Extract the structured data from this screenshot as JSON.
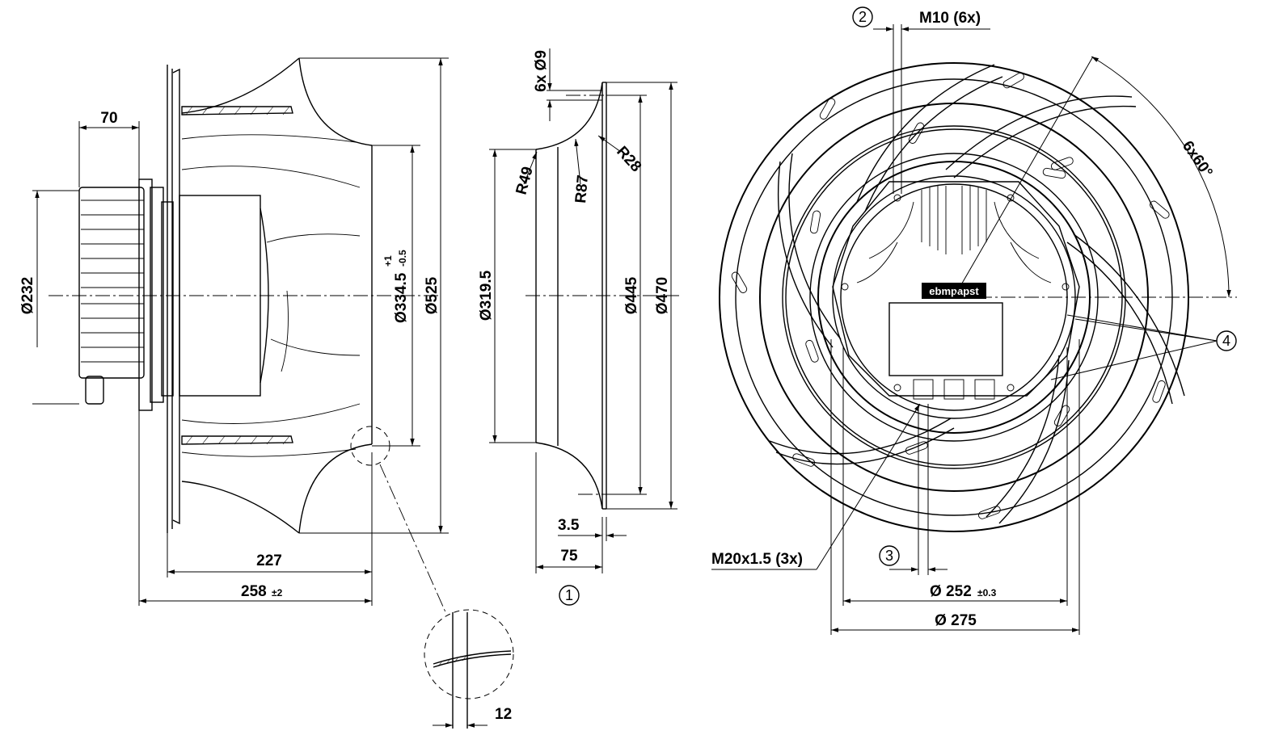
{
  "drawing": {
    "side_view": {
      "dims": {
        "d70": "70",
        "d232": "Ø232",
        "d334": "Ø334.5",
        "tol_upper": "+1",
        "tol_lower": "-0.5",
        "d525": "Ø525",
        "d227": "227",
        "d258": "258",
        "tol258": "±2",
        "d12": "12"
      }
    },
    "nozzle_view": {
      "dims": {
        "holes": "6x Ø9",
        "r49": "R49",
        "r87": "R87",
        "r28": "R28",
        "d319": "Ø319.5",
        "d445": "Ø445",
        "d470": "Ø470",
        "d35": "3.5",
        "d75": "75"
      },
      "callout": "1"
    },
    "front_view": {
      "dims": {
        "m10": "M10 (6x)",
        "angle": "6x60°",
        "m20": "M20x1.5 (3x)",
        "d252": "Ø 252",
        "tol252": "±0.3",
        "d275": "Ø 275"
      },
      "callouts": [
        "2",
        "3",
        "4"
      ],
      "brand": "ebmpapst"
    }
  }
}
